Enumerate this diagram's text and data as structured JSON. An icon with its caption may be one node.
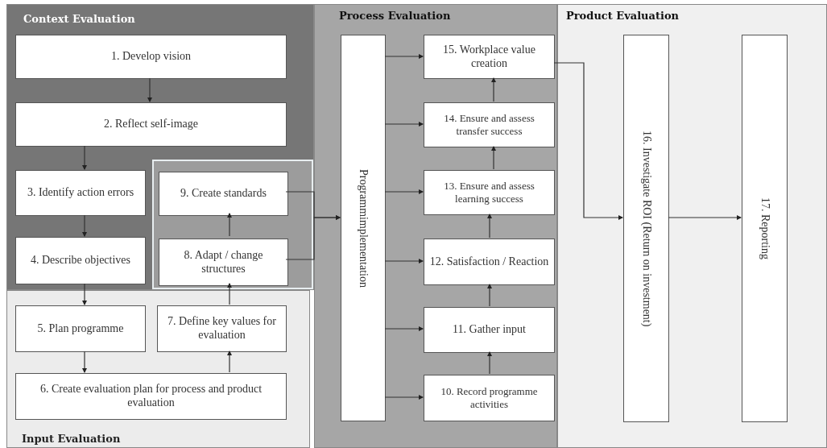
{
  "diagram": {
    "nodes": [
      {
        "text": [
          "Context Evaluation"
        ]
      },
      {
        "text": [
          "1. Develop vision"
        ],
        "in": 0
      },
      {
        "text": [
          "2. Reflect self-image"
        ],
        "in": 0
      },
      {
        "text": [
          "3. Identify action errors"
        ],
        "in": 0
      },
      {
        "text": [
          "4. Describe objectives"
        ],
        "in": 0
      },
      {
        "text": [],
        "shape": "box",
        "in": 0
      },
      {
        "text": [
          "9. Create standards"
        ],
        "in": 5
      },
      {
        "text": [
          "8. Adapt / change structures"
        ],
        "in": 5
      },
      {
        "text": [
          "Input Evaluation"
        ]
      },
      {
        "text": [
          "5. Plan programme"
        ],
        "in": 8
      },
      {
        "text": [
          "7. Define key values for evaluation"
        ],
        "in": 8
      },
      {
        "text": [
          "6. Create evaluation plan for process and product evaluation"
        ],
        "in": 8
      },
      {
        "text": [
          "Process Evaluation"
        ]
      },
      {
        "text": [
          "Programmimplementation"
        ],
        "in": 12
      },
      {
        "text": [
          "15. Workplace value creation"
        ],
        "in": 12
      },
      {
        "text": [
          "14. Ensure and assess transfer success"
        ],
        "in": 12
      },
      {
        "text": [
          "13. Ensure and assess learning success"
        ],
        "in": 12
      },
      {
        "text": [
          "12. Satisfaction / Reaction"
        ],
        "in": 12
      },
      {
        "text": [
          "11. Gather input"
        ],
        "in": 12
      },
      {
        "text": [
          "10. Record programme activities"
        ],
        "in": 12
      },
      {
        "text": [
          "Product Evaluation"
        ]
      },
      {
        "text": [
          "16. Investigate ROI (Return on investment)"
        ],
        "in": 20
      },
      {
        "text": [
          "17. Reporting"
        ],
        "in": 20
      }
    ],
    "edges": [
      {
        "from": 1,
        "to": 2,
        "arrow": "to"
      },
      {
        "from": 2,
        "to": 3,
        "arrow": "to"
      },
      {
        "from": 3,
        "to": 4,
        "arrow": "to"
      },
      {
        "from": 4,
        "to": 9,
        "arrow": "to"
      },
      {
        "from": 9,
        "to": 11,
        "arrow": "to"
      },
      {
        "from": 11,
        "to": 10,
        "arrow": "to"
      },
      {
        "from": 10,
        "to": 7,
        "arrow": "to"
      },
      {
        "from": 7,
        "to": 6,
        "arrow": "to"
      },
      {
        "from": 6,
        "to": 13,
        "arrow": "to"
      },
      {
        "from": 7,
        "to": 13,
        "arrow": "to"
      },
      {
        "from": 13,
        "to": 14,
        "arrow": "to"
      },
      {
        "from": 13,
        "to": 15,
        "arrow": "to"
      },
      {
        "from": 13,
        "to": 16,
        "arrow": "to"
      },
      {
        "from": 13,
        "to": 17,
        "arrow": "to"
      },
      {
        "from": 13,
        "to": 18,
        "arrow": "to"
      },
      {
        "from": 13,
        "to": 19,
        "arrow": "to"
      },
      {
        "from": 19,
        "to": 18,
        "arrow": "to"
      },
      {
        "from": 18,
        "to": 17,
        "arrow": "to"
      },
      {
        "from": 17,
        "to": 16,
        "arrow": "to"
      },
      {
        "from": 16,
        "to": 15,
        "arrow": "to"
      },
      {
        "from": 15,
        "to": 14,
        "arrow": "to"
      },
      {
        "from": 14,
        "to": 21,
        "arrow": "to"
      },
      {
        "from": 21,
        "to": 22,
        "arrow": "to"
      }
    ]
  }
}
